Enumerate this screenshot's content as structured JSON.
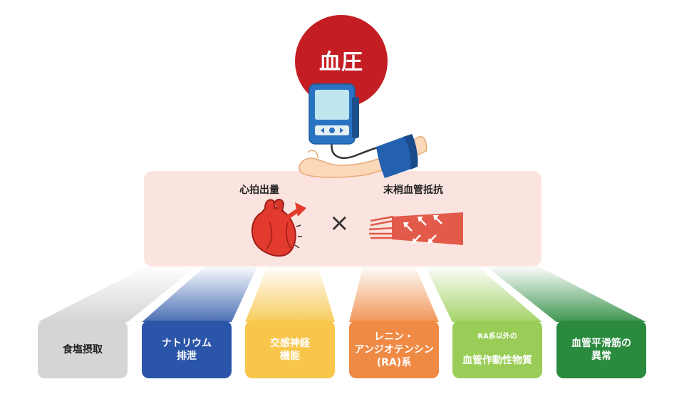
{
  "title": "血圧",
  "factors": {
    "left": "心拍出量",
    "operator": "×",
    "right": "末梢血管抵抗"
  },
  "causes": [
    {
      "label": "食塩摂取",
      "color": "#d5d5d5"
    },
    {
      "label": "ナトリウム\n排泄",
      "color": "#2a55a8"
    },
    {
      "label": "交感神経\n機能",
      "color": "#f7c64a"
    },
    {
      "label": "レニン・\nアンジオテンシン\n(RA)系",
      "color": "#ef8a45"
    },
    {
      "small": "RA系以外の",
      "label": "血管作動性物質",
      "color": "#9acd57"
    },
    {
      "label": "血管平滑筋の\n異常",
      "color": "#2a8a3e"
    }
  ]
}
